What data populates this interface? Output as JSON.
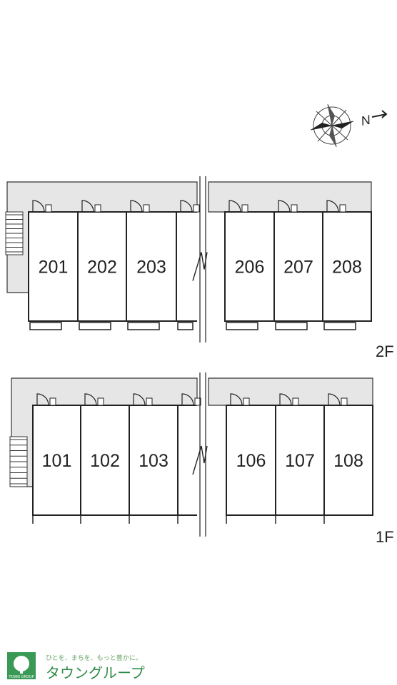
{
  "floors": [
    {
      "id": "2F",
      "label": "2F",
      "units": [
        "201",
        "202",
        "203",
        "",
        "206",
        "207",
        "208"
      ]
    },
    {
      "id": "1F",
      "label": "1F",
      "units": [
        "101",
        "102",
        "103",
        "",
        "106",
        "107",
        "108"
      ]
    }
  ],
  "compass": {
    "north_label": "N",
    "icon": "compass-icon"
  },
  "logo": {
    "tagline": "ひとを、まちを、もっと豊かに。",
    "name": "タウングループ",
    "mark_text": "TOWN GROUP",
    "color": "#2e8b47"
  }
}
